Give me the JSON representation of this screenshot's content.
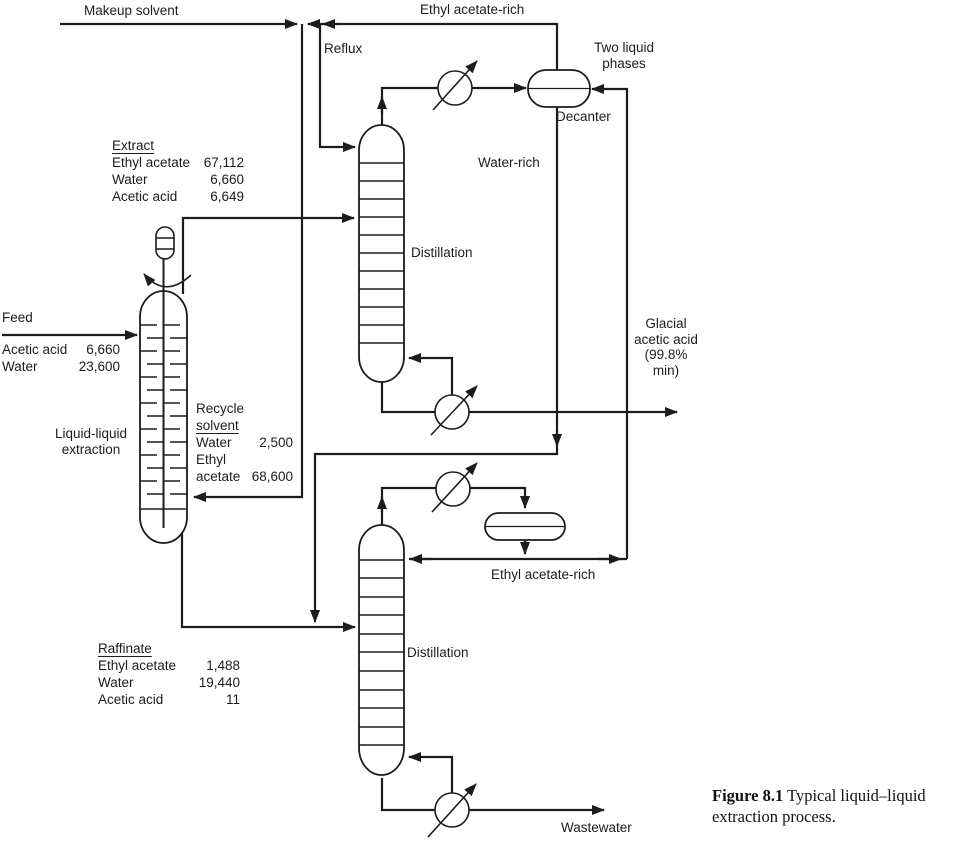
{
  "labels": {
    "makeup_solvent": "Makeup solvent",
    "ethyl_acetate_rich_top": "Ethyl acetate-rich",
    "reflux": "Reflux",
    "two_liquid_phases": "Two liquid phases",
    "decanter": "Decanter",
    "water_rich": "Water-rich",
    "distillation_top": "Distillation",
    "glacial_acetic_acid": "Glacial acetic acid (99.8% min)",
    "ethyl_acetate_rich_mid": "Ethyl acetate-rich",
    "distillation_bottom": "Distillation",
    "wastewater": "Wastewater",
    "liquid_liquid_extraction": "Liquid-liquid extraction",
    "feed": "Feed"
  },
  "tables": {
    "extract": {
      "title": "Extract",
      "rows": [
        [
          "Ethyl acetate",
          "67,112"
        ],
        [
          "Water",
          "6,660"
        ],
        [
          "Acetic acid",
          "6,649"
        ]
      ]
    },
    "feed": {
      "rows": [
        [
          "Acetic acid",
          "6,660"
        ],
        [
          "Water",
          "23,600"
        ]
      ]
    },
    "recycle_solvent": {
      "title_line1": "Recycle",
      "title_line2": "solvent",
      "rows": [
        [
          "Water",
          "2,500"
        ],
        [
          "Ethyl acetate",
          "68,600"
        ]
      ]
    },
    "raffinate": {
      "title": "Raffinate",
      "rows": [
        [
          "Ethyl acetate",
          "1,488"
        ],
        [
          "Water",
          "19,440"
        ],
        [
          "Acetic acid",
          "11"
        ]
      ]
    }
  },
  "caption": {
    "figure_label": "Figure 8.1",
    "text": "Typical liquid–liquid extraction process."
  },
  "colors": {
    "line": "#1c1c1c",
    "background": "#ffffff"
  }
}
